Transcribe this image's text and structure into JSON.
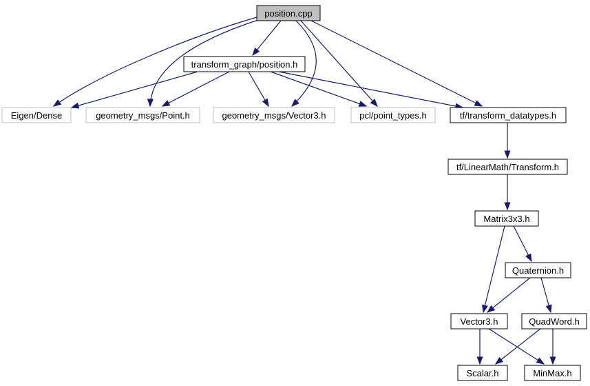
{
  "diagram": {
    "type": "include-dependency-graph",
    "colors": {
      "edge": "#191970",
      "root_fill": "#bfbfbf",
      "local_border": "#000000",
      "external_border": "#bfbfbf",
      "external_text": "#7f7f7f",
      "background": "#ffffff"
    },
    "nodes": [
      {
        "id": "position_cpp",
        "label": "position.cpp",
        "kind": "root"
      },
      {
        "id": "transform_graph_position_h",
        "label": "transform_graph/position.h",
        "kind": "local"
      },
      {
        "id": "eigen_dense",
        "label": "Eigen/Dense",
        "kind": "external"
      },
      {
        "id": "geometry_msgs_point_h",
        "label": "geometry_msgs/Point.h",
        "kind": "external"
      },
      {
        "id": "geometry_msgs_vector3_h",
        "label": "geometry_msgs/Vector3.h",
        "kind": "external"
      },
      {
        "id": "pcl_point_types_h",
        "label": "pcl/point_types.h",
        "kind": "external"
      },
      {
        "id": "tf_transform_datatypes_h",
        "label": "tf/transform_datatypes.h",
        "kind": "local"
      },
      {
        "id": "tf_linearmath_transform_h",
        "label": "tf/LinearMath/Transform.h",
        "kind": "local"
      },
      {
        "id": "matrix3x3_h",
        "label": "Matrix3x3.h",
        "kind": "local"
      },
      {
        "id": "quaternion_h",
        "label": "Quaternion.h",
        "kind": "local"
      },
      {
        "id": "vector3_h",
        "label": "Vector3.h",
        "kind": "local"
      },
      {
        "id": "quadword_h",
        "label": "QuadWord.h",
        "kind": "local"
      },
      {
        "id": "scalar_h",
        "label": "Scalar.h",
        "kind": "local"
      },
      {
        "id": "minmax_h",
        "label": "MinMax.h",
        "kind": "local"
      }
    ],
    "edges": [
      {
        "from": "position_cpp",
        "to": "transform_graph_position_h"
      },
      {
        "from": "position_cpp",
        "to": "eigen_dense"
      },
      {
        "from": "position_cpp",
        "to": "geometry_msgs_point_h"
      },
      {
        "from": "position_cpp",
        "to": "geometry_msgs_vector3_h"
      },
      {
        "from": "position_cpp",
        "to": "pcl_point_types_h"
      },
      {
        "from": "position_cpp",
        "to": "tf_transform_datatypes_h"
      },
      {
        "from": "transform_graph_position_h",
        "to": "eigen_dense"
      },
      {
        "from": "transform_graph_position_h",
        "to": "geometry_msgs_point_h"
      },
      {
        "from": "transform_graph_position_h",
        "to": "geometry_msgs_vector3_h"
      },
      {
        "from": "transform_graph_position_h",
        "to": "pcl_point_types_h"
      },
      {
        "from": "transform_graph_position_h",
        "to": "tf_transform_datatypes_h"
      },
      {
        "from": "tf_transform_datatypes_h",
        "to": "tf_linearmath_transform_h"
      },
      {
        "from": "tf_linearmath_transform_h",
        "to": "matrix3x3_h"
      },
      {
        "from": "matrix3x3_h",
        "to": "quaternion_h"
      },
      {
        "from": "matrix3x3_h",
        "to": "vector3_h"
      },
      {
        "from": "quaternion_h",
        "to": "vector3_h"
      },
      {
        "from": "quaternion_h",
        "to": "quadword_h"
      },
      {
        "from": "vector3_h",
        "to": "scalar_h"
      },
      {
        "from": "vector3_h",
        "to": "minmax_h"
      },
      {
        "from": "quadword_h",
        "to": "scalar_h"
      },
      {
        "from": "quadword_h",
        "to": "minmax_h"
      }
    ]
  }
}
